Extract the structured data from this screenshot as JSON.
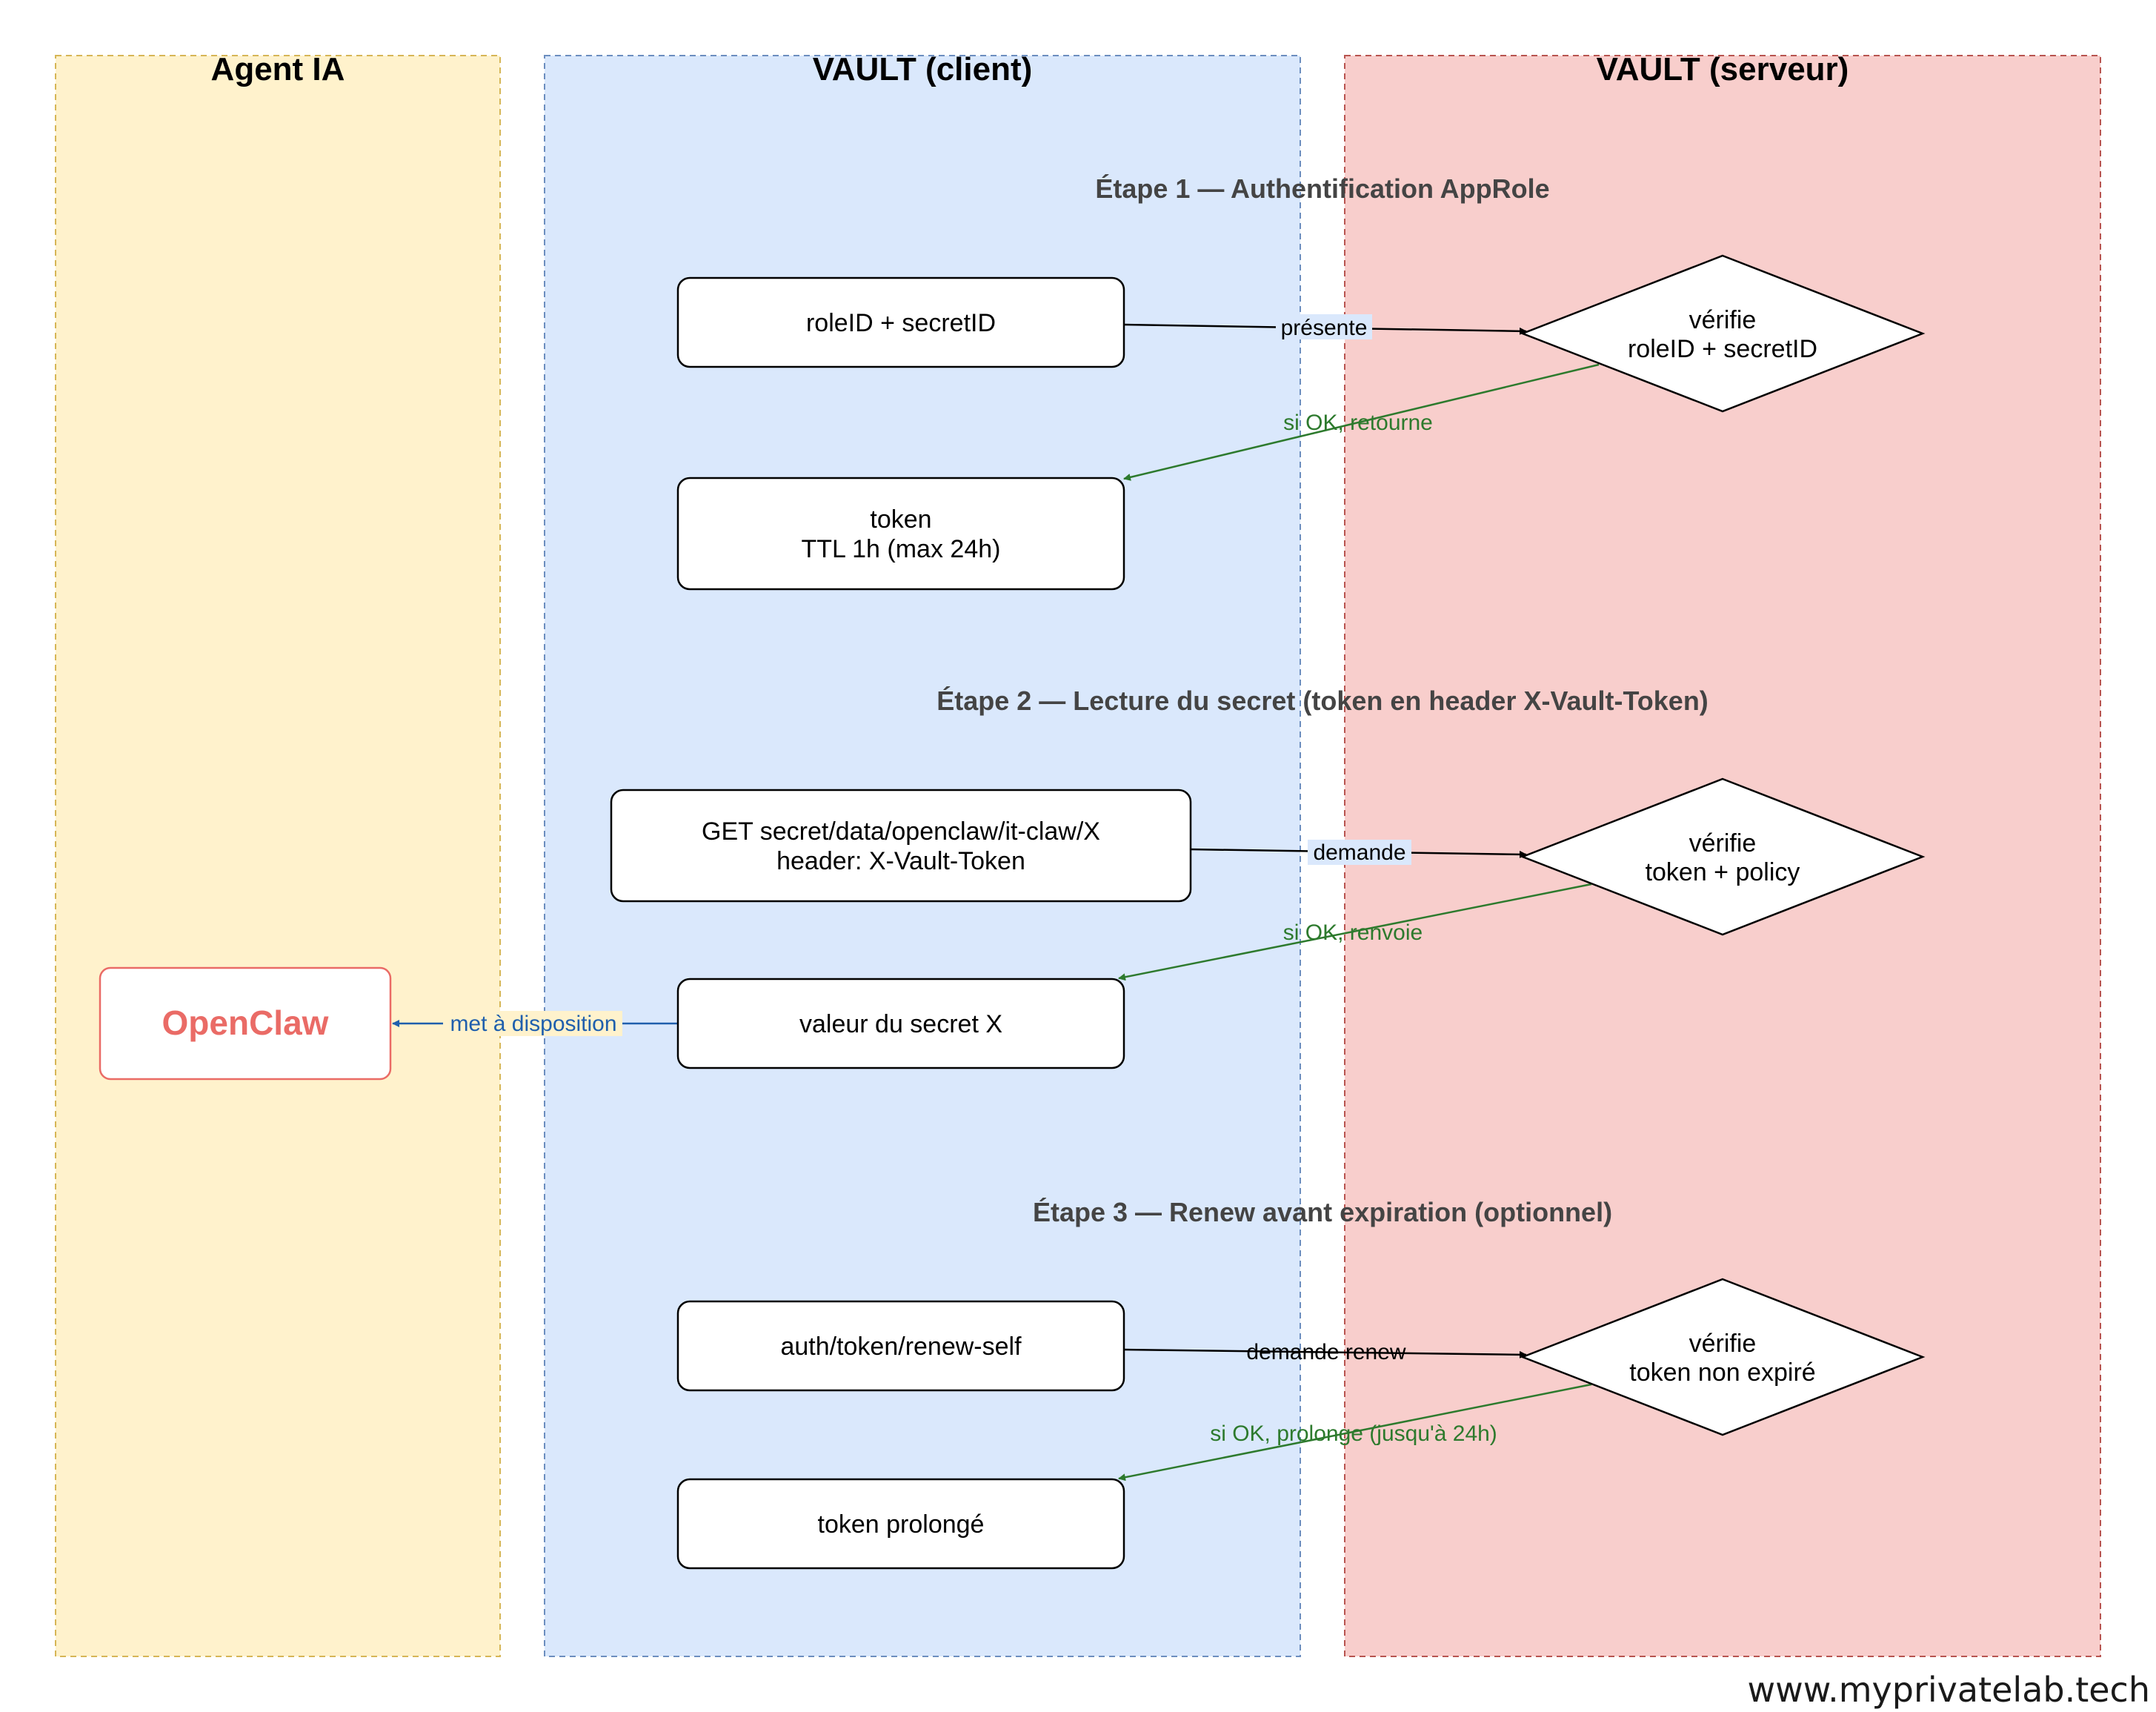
{
  "lanes": {
    "agent": {
      "title": "Agent IA",
      "fill": "#fff2cc",
      "stroke": "#d6b656"
    },
    "client": {
      "title": "VAULT (client)",
      "fill": "#dae8fc",
      "stroke": "#6c8ebf"
    },
    "server": {
      "title": "VAULT (serveur)",
      "fill": "#f8cecc",
      "stroke": "#b85450"
    }
  },
  "steps": {
    "step1": "Étape 1 — Authentification AppRole",
    "step2": "Étape 2 — Lecture du secret (token en header X-Vault-Token)",
    "step3": "Étape 3 — Renew avant expiration (optionnel)"
  },
  "agent_node": {
    "label": "OpenClaw",
    "color": "#ea6b66"
  },
  "client_nodes": {
    "roleid": [
      "roleID + secretID"
    ],
    "token": [
      "token",
      "TTL 1h (max 24h)"
    ],
    "get_secret": [
      "GET secret/data/openclaw/it-claw/X",
      "header: X-Vault-Token"
    ],
    "secret_value": [
      "valeur du secret X"
    ],
    "renew": [
      "auth/token/renew-self"
    ],
    "token_extended": [
      "token prolongé"
    ]
  },
  "server_nodes": {
    "verify1": [
      "vérifie",
      "roleID + secretID"
    ],
    "verify2": [
      "vérifie",
      "token + policy"
    ],
    "verify3": [
      "vérifie",
      "token non expiré"
    ]
  },
  "edges": {
    "presente": "présente",
    "retourne": "si OK, retourne",
    "demande": "demande",
    "renvoie": "si OK, renvoie",
    "mise_dispo": "met à disposition",
    "demande_renew": "demande renew",
    "prolonge": "si OK, prolonge (jusqu'à 24h)"
  },
  "colors": {
    "request_edge": "#000000",
    "response_edge": "#2d7a2d",
    "delivery_edge": "#1f5fad"
  },
  "watermark": "www.myprivatelab.tech"
}
